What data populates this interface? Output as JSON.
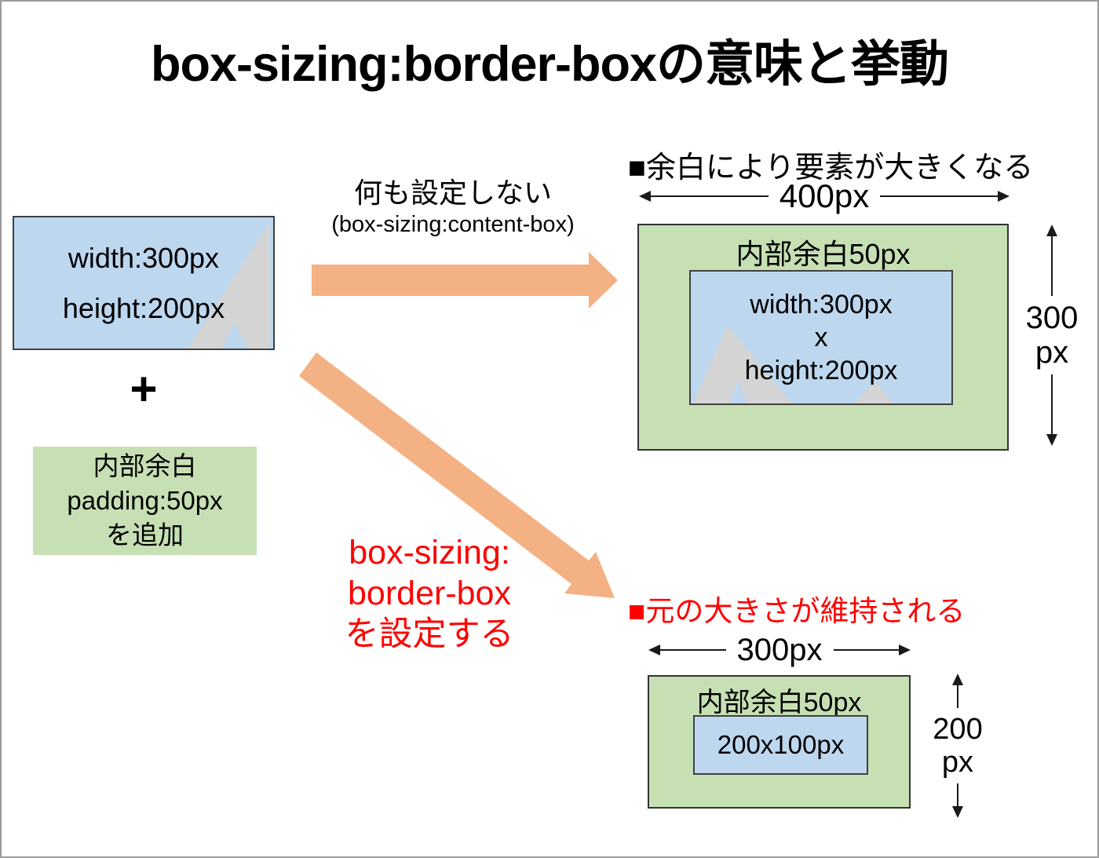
{
  "title": "box-sizing:border-boxの意味と挙動",
  "colors": {
    "content_blue": "#bdd7ee",
    "padding_green": "#c6e0b4",
    "flow_arrow_orange": "#f4b183",
    "emphasis_red": "#ff0000",
    "mountain_gray": "#d4d4d4"
  },
  "left_panel": {
    "base_box": {
      "lines": [
        "width:300px",
        "height:200px"
      ]
    },
    "plus": "+",
    "padding_box": {
      "lines": [
        "内部余白",
        "padding:50px",
        "を追加"
      ]
    }
  },
  "flows": {
    "content_box": {
      "lines": [
        "何も設定しない",
        "(box-sizing:content-box)"
      ]
    },
    "border_box": {
      "lines": [
        "box-sizing:",
        "border-box",
        "を設定する"
      ]
    }
  },
  "result_content_box": {
    "heading": "■余白により要素が大きくなる",
    "width_dim": "400px",
    "height_dim": [
      "300",
      "px"
    ],
    "padding_label": "内部余白50px",
    "inner_box": {
      "lines": [
        "width:300px",
        "x",
        "height:200px"
      ]
    }
  },
  "result_border_box": {
    "heading": "■元の大きさが維持される",
    "width_dim": "300px",
    "height_dim": [
      "200",
      "px"
    ],
    "padding_label": "内部余白50px",
    "inner_box": {
      "lines": [
        "200x100px"
      ]
    }
  }
}
